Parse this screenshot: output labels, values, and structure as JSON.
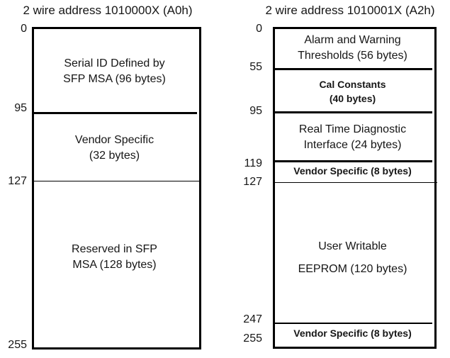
{
  "left_diagram": {
    "title": "2 wire address 1010000X (A0h)",
    "ticks": {
      "t0": "0",
      "t95": "95",
      "t127": "127",
      "t255": "255"
    },
    "sections": {
      "serial_id": "Serial ID Defined by\nSFP MSA (96 bytes)",
      "vendor_specific": "Vendor Specific\n(32 bytes)",
      "reserved": "Reserved in SFP\nMSA (128 bytes)"
    }
  },
  "right_diagram": {
    "title": "2 wire address 1010001X (A2h)",
    "ticks": {
      "t0": "0",
      "t55": "55",
      "t95": "95",
      "t119": "119",
      "t127": "127",
      "t247": "247",
      "t255": "255"
    },
    "sections": {
      "alarm_warning": "Alarm and Warning\nThresholds (56 bytes)",
      "cal_constants": "Cal Constants\n(40 bytes)",
      "real_time_diag": "Real Time Diagnostic\nInterface (24 bytes)",
      "vendor_specific_119": "Vendor Specific (8 bytes)",
      "user_writable_line1": "User Writable",
      "user_writable_line2": "EEPROM (120 bytes)",
      "vendor_specific_247": "Vendor Specific (8 bytes)"
    }
  },
  "colors": {
    "background": "#ffffff",
    "line": "#000000",
    "text": "#161616"
  }
}
